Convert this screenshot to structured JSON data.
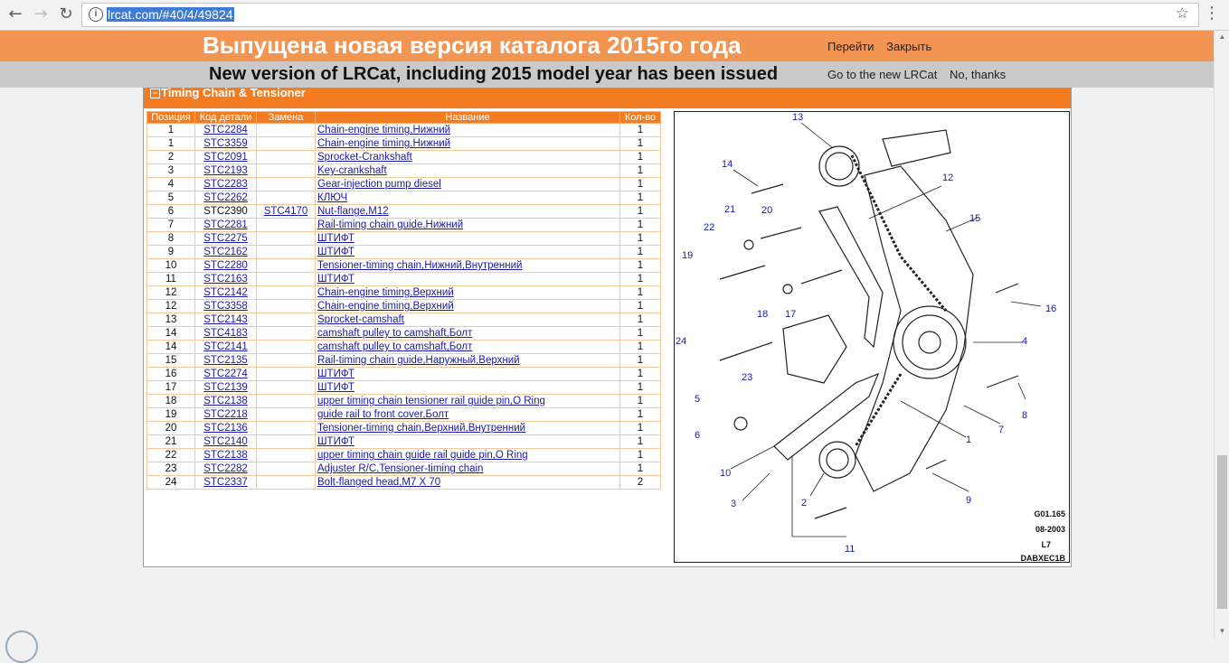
{
  "browser": {
    "url": "lrcat.com/#40/4/49824"
  },
  "banner": {
    "ru_title": "Выпущена новая версия каталога 2015го года",
    "ru_go": "Перейти",
    "ru_close": "Закрыть",
    "en_title": "New version of LRCat, including 2015 model year has been issued",
    "en_go": "Go to the new LRCat",
    "en_no": "No, thanks"
  },
  "section": {
    "title": "Timing Chain & Tensioner"
  },
  "table": {
    "headers": [
      "Позиция",
      "Код детали",
      "Замена",
      "Название",
      "Кол-во"
    ],
    "rows": [
      {
        "pos": "1",
        "code": "STC2284",
        "code_link": true,
        "repl": "",
        "name": "Chain-engine timing,Нижний",
        "qty": "1"
      },
      {
        "pos": "1",
        "code": "STC3359",
        "code_link": true,
        "repl": "",
        "name": "Chain-engine timing,Нижний",
        "qty": "1"
      },
      {
        "pos": "2",
        "code": "STC2091",
        "code_link": true,
        "repl": "",
        "name": "Sprocket-Crankshaft",
        "qty": "1"
      },
      {
        "pos": "3",
        "code": "STC2193",
        "code_link": true,
        "repl": "",
        "name": "Key-crankshaft",
        "qty": "1"
      },
      {
        "pos": "4",
        "code": "STC2283",
        "code_link": true,
        "repl": "",
        "name": "Gear-injection pump diesel",
        "qty": "1"
      },
      {
        "pos": "5",
        "code": "STC2262",
        "code_link": true,
        "repl": "",
        "name": "КЛЮЧ",
        "qty": "1"
      },
      {
        "pos": "6",
        "code": "STC2390",
        "code_link": false,
        "repl": "STC4170",
        "name": "Nut-flange,M12",
        "qty": "1"
      },
      {
        "pos": "7",
        "code": "STC2281",
        "code_link": true,
        "repl": "",
        "name": "Rail-timing chain guide,Нижний",
        "qty": "1"
      },
      {
        "pos": "8",
        "code": "STC2275",
        "code_link": true,
        "repl": "",
        "name": "ШТИФТ",
        "qty": "1"
      },
      {
        "pos": "9",
        "code": "STC2162",
        "code_link": true,
        "repl": "",
        "name": "ШТИФТ",
        "qty": "1"
      },
      {
        "pos": "10",
        "code": "STC2280",
        "code_link": true,
        "repl": "",
        "name": "Tensioner-timing chain,Нижний,Внутренний",
        "qty": "1"
      },
      {
        "pos": "11",
        "code": "STC2163",
        "code_link": true,
        "repl": "",
        "name": "ШТИФТ",
        "qty": "1"
      },
      {
        "pos": "12",
        "code": "STC2142",
        "code_link": true,
        "repl": "",
        "name": "Chain-engine timing,Верхний",
        "qty": "1"
      },
      {
        "pos": "12",
        "code": "STC3358",
        "code_link": true,
        "repl": "",
        "name": "Chain-engine timing,Верхний",
        "qty": "1"
      },
      {
        "pos": "13",
        "code": "STC2143",
        "code_link": true,
        "repl": "",
        "name": "Sprocket-camshaft",
        "qty": "1"
      },
      {
        "pos": "14",
        "code": "STC4183",
        "code_link": true,
        "repl": "",
        "name": "camshaft pulley to camshaft,Болт",
        "qty": "1"
      },
      {
        "pos": "14",
        "code": "STC2141",
        "code_link": true,
        "repl": "",
        "name": "camshaft pulley to camshaft,Болт",
        "qty": "1"
      },
      {
        "pos": "15",
        "code": "STC2135",
        "code_link": true,
        "repl": "",
        "name": "Rail-timing chain guide,Наружный,Верхний",
        "qty": "1"
      },
      {
        "pos": "16",
        "code": "STC2274",
        "code_link": true,
        "repl": "",
        "name": "ШТИФТ",
        "qty": "1"
      },
      {
        "pos": "17",
        "code": "STC2139",
        "code_link": true,
        "repl": "",
        "name": "ШТИФТ",
        "qty": "1"
      },
      {
        "pos": "18",
        "code": "STC2138",
        "code_link": true,
        "repl": "",
        "name": "upper timing chain tensioner rail guide pin,O Ring",
        "qty": "1"
      },
      {
        "pos": "19",
        "code": "STC2218",
        "code_link": true,
        "repl": "",
        "name": "guide rail to front cover,Болт",
        "qty": "1"
      },
      {
        "pos": "20",
        "code": "STC2136",
        "code_link": true,
        "repl": "",
        "name": "Tensioner-timing chain,Верхний,Внутренний",
        "qty": "1"
      },
      {
        "pos": "21",
        "code": "STC2140",
        "code_link": true,
        "repl": "",
        "name": "ШТИФТ",
        "qty": "1"
      },
      {
        "pos": "22",
        "code": "STC2138",
        "code_link": true,
        "repl": "",
        "name": "upper timing chain guide rail guide pin,O Ring",
        "qty": "1"
      },
      {
        "pos": "23",
        "code": "STC2282",
        "code_link": true,
        "repl": "",
        "name": "Adjuster R/C,Tensioner-timing chain",
        "qty": "1"
      },
      {
        "pos": "24",
        "code": "STC2337",
        "code_link": true,
        "repl": "",
        "name": "Bolt-flanged head,M7 X 70",
        "qty": "2"
      }
    ]
  },
  "diagram": {
    "callouts": [
      "13",
      "14",
      "12",
      "21",
      "20",
      "15",
      "22",
      "19",
      "16",
      "18",
      "17",
      "24",
      "4",
      "23",
      "5",
      "8",
      "6",
      "7",
      "1",
      "10",
      "2",
      "9",
      "3",
      "11"
    ],
    "ref_lines": [
      "G01.165",
      "08-2003",
      "L7",
      "DABXEC1B"
    ]
  }
}
